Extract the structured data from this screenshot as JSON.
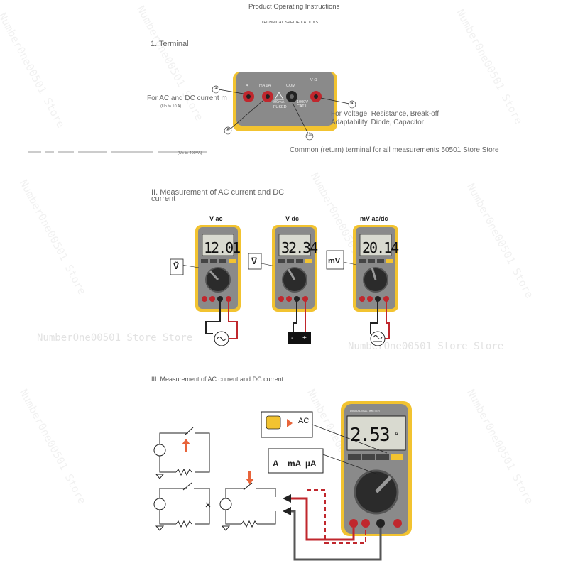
{
  "header": {
    "title": "Product Operating Instructions",
    "subtitle": "TECHNICAL SPECIFICATIONS"
  },
  "section1": {
    "title": "1. Terminal",
    "left_note": "For AC and DC current m",
    "left_note_small": "(Up to 10 A)",
    "right_note_line1": "For Voltage, Resistance, Break-off",
    "right_note_line2": "Adaptability, Diode, Capacitor",
    "common_note": "Common (return) terminal for all measurements 50501 Store Store",
    "up_to_400va": "(Up to 400VA)",
    "terminal_numbers": [
      "①",
      "②",
      "③",
      "④"
    ],
    "terminal_labels": [
      "A",
      "mA µA",
      "COM",
      "V Ω"
    ],
    "fused_text": "FUSED",
    "fused_rating": "400mA",
    "cat_text": "1000V CAT II"
  },
  "section2": {
    "title": "II. Measurement of AC current and DC current",
    "meters": [
      {
        "label": "V ac",
        "reading": "12.01",
        "symbol": "Ṽ"
      },
      {
        "label": "V dc",
        "reading": "32.34",
        "symbol": "V̅"
      },
      {
        "label": "mV ac/dc",
        "reading": "20.14",
        "symbol": "mV"
      }
    ]
  },
  "section3": {
    "title": "III. Measurement of AC current and DC current",
    "meter_reading": "2.53",
    "meter_unit": "A",
    "ac_label": "AC",
    "modes": [
      "A",
      "mA",
      "µA"
    ],
    "brand": "DIGITAL MULTIMETER"
  },
  "watermarks": [
    "Number0ne00501 Store",
    "NumberOne00501 Store Store"
  ],
  "colors": {
    "meter_body": "#8a8a8a",
    "meter_frame": "#f2c330",
    "lcd": "#d9dad0",
    "probe_red": "#c0272d",
    "probe_black": "#222222",
    "arrow_orange": "#e8643a"
  }
}
